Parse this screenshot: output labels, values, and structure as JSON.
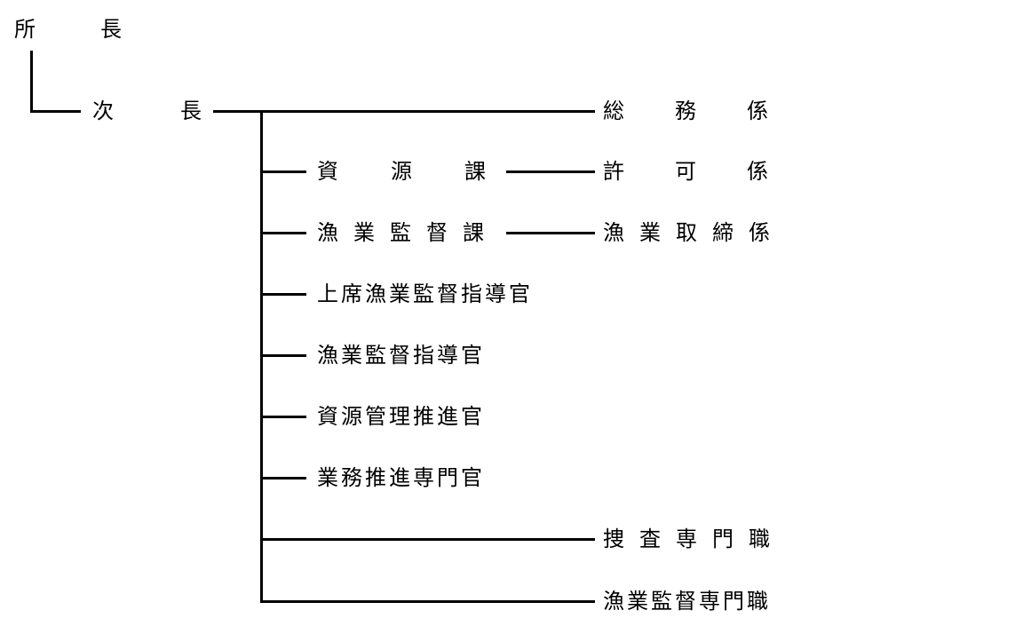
{
  "director": "所長",
  "deputy": "次長",
  "units": {
    "general_affairs": "総務係",
    "resources_division": "資源課",
    "permits": "許可係",
    "enforcement_division": "漁業監督課",
    "enforcement_section": "漁業取締係",
    "senior_guidance_officer": "上席漁業監督指導官",
    "guidance_officer": "漁業監督指導官",
    "resource_mgmt_officer": "資源管理推進官",
    "operations_specialist": "業務推進専門官",
    "investigation_specialist": "捜査専門職",
    "enforcement_specialist": "漁業監督専門職"
  }
}
